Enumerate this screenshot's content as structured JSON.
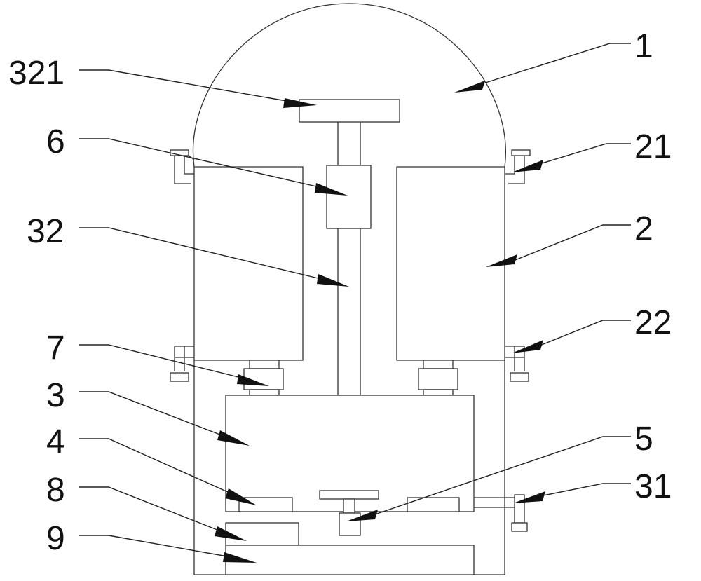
{
  "diagram": {
    "labels": {
      "l1": "1",
      "l21": "21",
      "l2": "2",
      "l22": "22",
      "l5": "5",
      "l31": "31",
      "l321": "321",
      "l6": "6",
      "l32": "32",
      "l7": "7",
      "l3": "3",
      "l4": "4",
      "l8": "8",
      "l9": "9"
    }
  }
}
